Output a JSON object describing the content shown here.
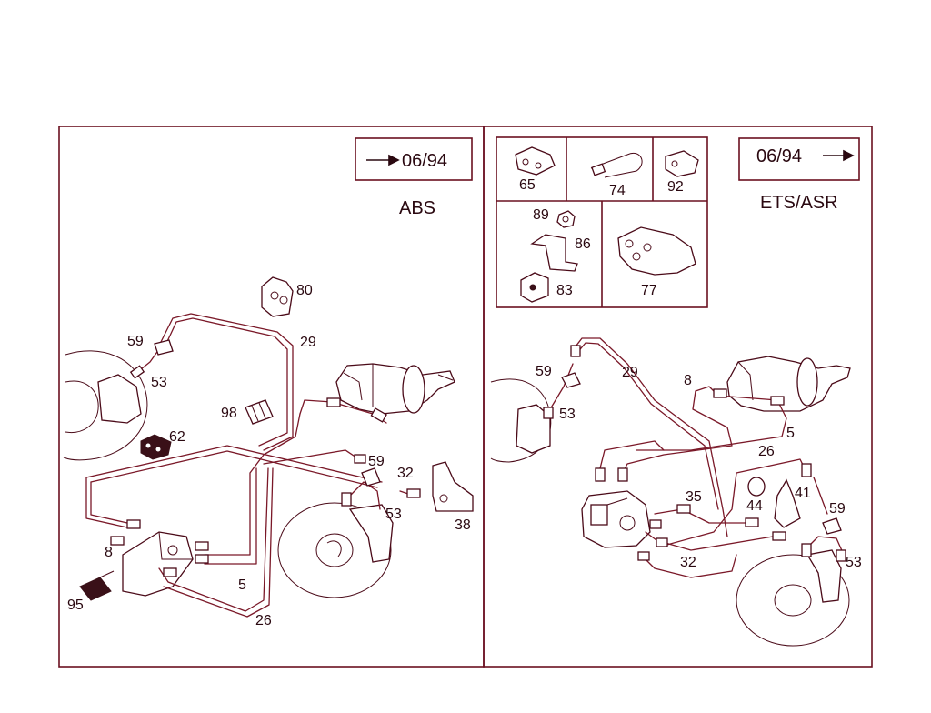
{
  "left_panel": {
    "date_box": "06/94",
    "system": "ABS",
    "callouts": [
      "80",
      "59",
      "29",
      "53",
      "98",
      "62",
      "59",
      "32",
      "53",
      "38",
      "8",
      "95",
      "5",
      "26"
    ]
  },
  "right_panel": {
    "date_box": "06/94",
    "system": "ETS/ASR",
    "inset_callouts": [
      "65",
      "74",
      "92",
      "89",
      "86",
      "83",
      "77"
    ],
    "callouts": [
      "59",
      "29",
      "8",
      "53",
      "5",
      "26",
      "35",
      "44",
      "41",
      "59",
      "32",
      "53"
    ]
  }
}
